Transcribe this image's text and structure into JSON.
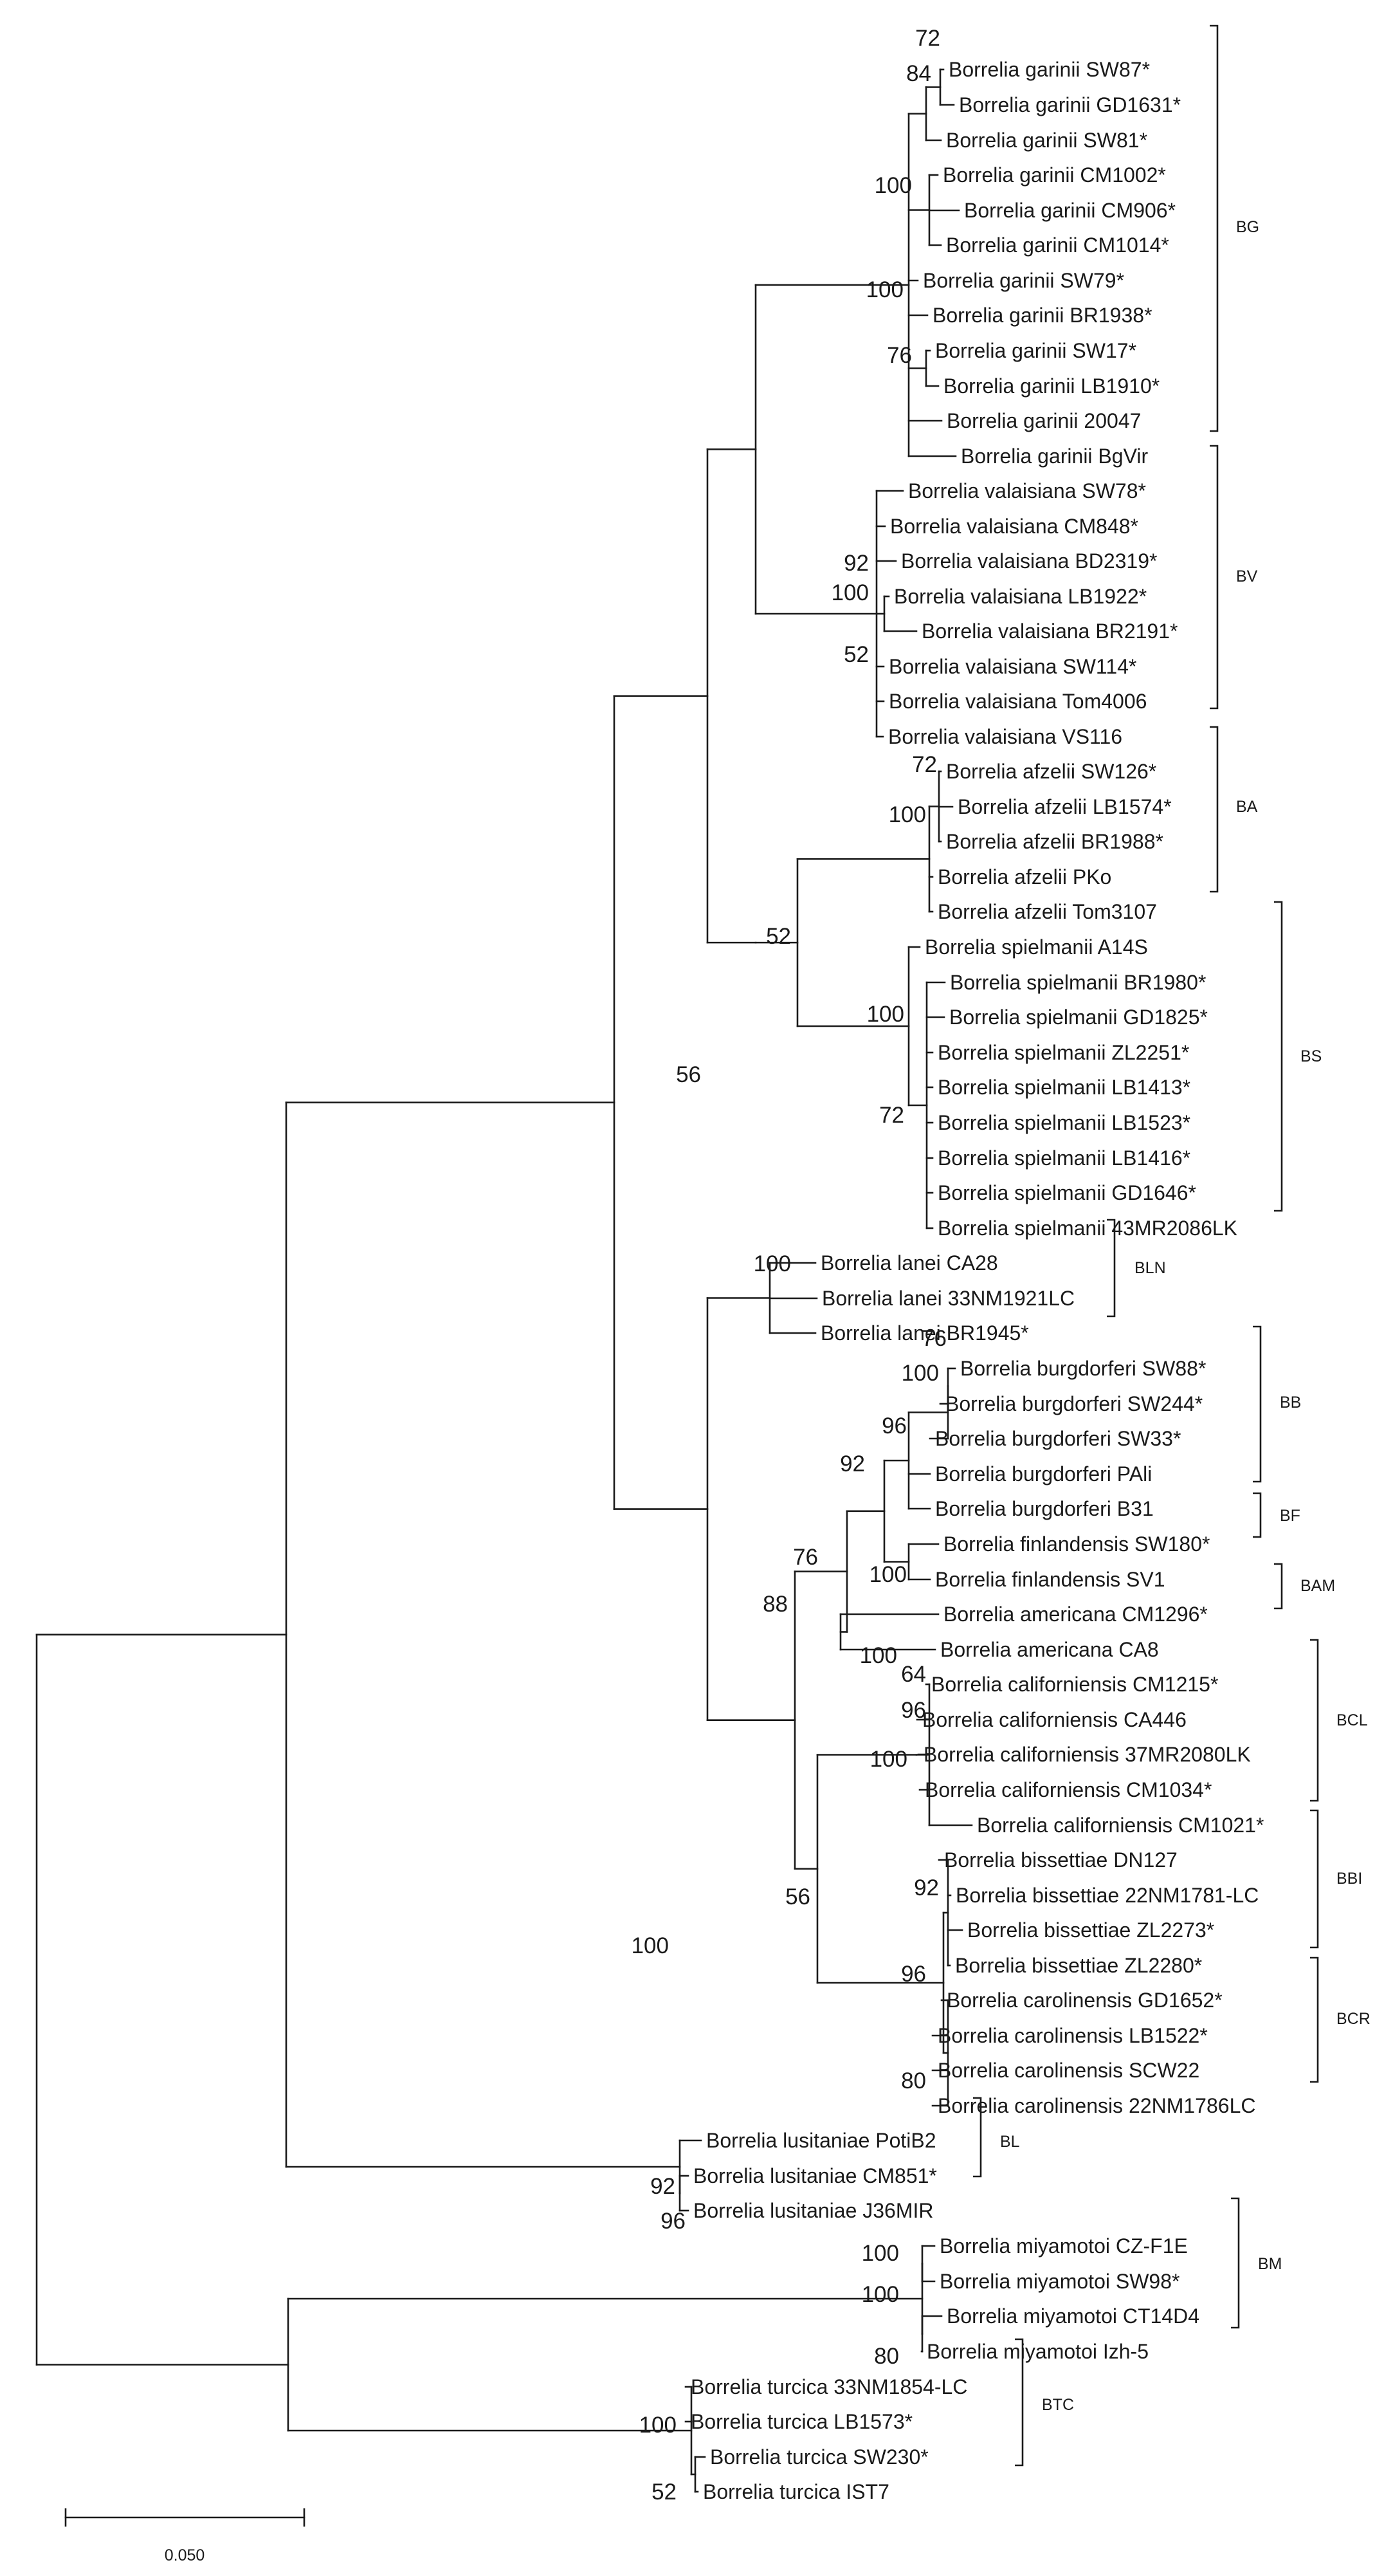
{
  "scale_bar": {
    "value": 0.05,
    "label": "0.050"
  },
  "tips": [
    "Borrelia garinii SW87*",
    "Borrelia garinii GD1631*",
    "Borrelia garinii SW81*",
    "Borrelia garinii CM1002*",
    "Borrelia garinii CM906*",
    "Borrelia garinii CM1014*",
    "Borrelia garinii SW79*",
    "Borrelia garinii BR1938*",
    "Borrelia garinii SW17*",
    "Borrelia garinii LB1910*",
    "Borrelia garinii 20047",
    "Borrelia garinii BgVir",
    "Borrelia valaisiana SW78*",
    "Borrelia valaisiana CM848*",
    "Borrelia valaisiana BD2319*",
    "Borrelia valaisiana LB1922*",
    "Borrelia valaisiana BR2191*",
    "Borrelia valaisiana SW114*",
    "Borrelia valaisiana Tom4006",
    "Borrelia valaisiana VS116",
    "Borrelia afzelii SW126*",
    "Borrelia afzelii LB1574*",
    "Borrelia afzelii BR1988*",
    "Borrelia afzelii PKo",
    "Borrelia afzelii Tom3107",
    "Borrelia spielmanii A14S",
    "Borrelia spielmanii BR1980*",
    "Borrelia spielmanii GD1825*",
    "Borrelia spielmanii ZL2251*",
    "Borrelia spielmanii LB1413*",
    "Borrelia spielmanii LB1523*",
    "Borrelia spielmanii LB1416*",
    "Borrelia spielmanii GD1646*",
    "Borrelia spielmanii 43MR2086LK",
    "Borrelia lanei CA28",
    "Borrelia lanei 33NM1921LC",
    "Borrelia lanei BR1945*",
    "Borrelia burgdorferi SW88*",
    "Borrelia burgdorferi SW244*",
    "Borrelia burgdorferi SW33*",
    "Borrelia burgdorferi PAli",
    "Borrelia burgdorferi B31",
    "Borrelia finlandensis SW180*",
    "Borrelia finlandensis SV1",
    "Borrelia americana CM1296*",
    "Borrelia americana CA8",
    "Borrelia californiensis CM1215*",
    "Borrelia californiensis CA446",
    "Borrelia californiensis 37MR2080LK",
    "Borrelia californiensis CM1034*",
    "Borrelia californiensis CM1021*",
    "Borrelia bissettiae DN127",
    "Borrelia bissettiae 22NM1781-LC",
    "Borrelia bissettiae ZL2273*",
    "Borrelia bissettiae ZL2280*",
    "Borrelia carolinensis GD1652*",
    "Borrelia carolinensis LB1522*",
    "Borrelia carolinensis SCW22",
    "Borrelia carolinensis 22NM1786LC",
    "Borrelia lusitaniae PotiB2",
    "Borrelia lusitaniae CM851*",
    "Borrelia lusitaniae J36MIR",
    "Borrelia miyamotoi CZ-F1E",
    "Borrelia miyamotoi SW98*",
    "Borrelia miyamotoi CT14D4",
    "Borrelia miyamotoi Izh-5",
    "Borrelia turcica 33NM1854-LC",
    "Borrelia turcica LB1573*",
    "Borrelia turcica SW230*",
    "Borrelia turcica IST7"
  ],
  "clades": [
    "BG",
    "BV",
    "BA",
    "BS",
    "BLN",
    "BB",
    "BF",
    "BAM",
    "BCL",
    "BBI",
    "BCR",
    "BL",
    "BM",
    "BTC"
  ],
  "bootstraps": [
    "72",
    "84",
    "100",
    "100",
    "76",
    "92",
    "100",
    "52",
    "72",
    "100",
    "52",
    "100",
    "72",
    "56",
    "100",
    "76",
    "100",
    "96",
    "92",
    "100",
    "76",
    "88",
    "100",
    "64",
    "96",
    "100",
    "92",
    "56",
    "96",
    "80",
    "100",
    "92",
    "96",
    "100",
    "100",
    "80",
    "100",
    "52"
  ]
}
